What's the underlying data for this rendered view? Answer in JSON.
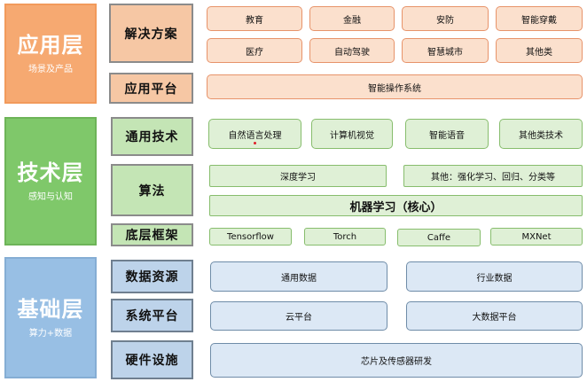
{
  "layers": {
    "app": {
      "title": "应用层",
      "subtitle": "场景及产品"
    },
    "tech": {
      "title": "技术层",
      "subtitle": "感知与认知"
    },
    "base": {
      "title": "基础层",
      "subtitle": "算力+数据"
    }
  },
  "categories": {
    "solutions": "解决方案",
    "app_platform": "应用平台",
    "general_tech": "通用技术",
    "algorithms": "算法",
    "frameworks": "底层框架",
    "data_resources": "数据资源",
    "system_platform": "系统平台",
    "hardware": "硬件设施"
  },
  "solutions": [
    "教育",
    "金融",
    "安防",
    "智能穿戴",
    "医疗",
    "自动驾驶",
    "智慧城市",
    "其他类"
  ],
  "app_platform": "智能操作系统",
  "general_tech": [
    "自然语言处理",
    "计算机视觉",
    "智能语音",
    "其他类技术"
  ],
  "algorithms": {
    "deep_learning": "深度学习",
    "other": "其他：强化学习、回归、分类等",
    "core": "机器学习（核心）"
  },
  "frameworks": [
    "Tensorflow",
    "Torch",
    "Caffe",
    "MXNet"
  ],
  "data_resources": [
    "通用数据",
    "行业数据"
  ],
  "system_platform": [
    "云平台",
    "大数据平台"
  ],
  "hardware": "芯片及传感器研发"
}
